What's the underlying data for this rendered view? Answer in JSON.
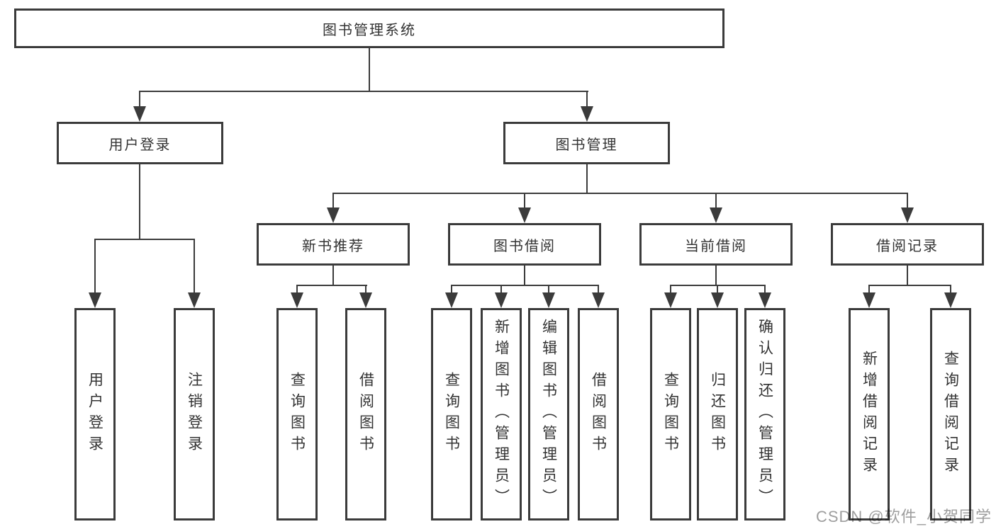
{
  "colors": {
    "line": "#3b3b3b",
    "text": "#333333",
    "background": "#ffffff",
    "watermark": "#9e9e9e"
  },
  "watermark": {
    "text": "CSDN @软件_小贺同学"
  },
  "nodes": {
    "root": {
      "label": "图书管理系统"
    },
    "user_login": {
      "label": "用户登录"
    },
    "book_management": {
      "label": "图书管理"
    },
    "new_book_recommend": {
      "label": "新书推荐"
    },
    "book_borrow": {
      "label": "图书借阅"
    },
    "current_borrow": {
      "label": "当前借阅"
    },
    "borrow_records": {
      "label": "借阅记录"
    },
    "leaf_user_login": {
      "label": "用户登录"
    },
    "leaf_logout": {
      "label": "注销登录"
    },
    "leaf_query_books_1": {
      "label": "查询图书"
    },
    "leaf_borrow_books_1": {
      "label": "借阅图书"
    },
    "leaf_query_books_2": {
      "label": "查询图书"
    },
    "leaf_add_books": {
      "label": "新增图书（管理员）"
    },
    "leaf_edit_books": {
      "label": "编辑图书（管理员）"
    },
    "leaf_borrow_books_2": {
      "label": "借阅图书"
    },
    "leaf_query_books_3": {
      "label": "查询图书"
    },
    "leaf_return_books": {
      "label": "归还图书"
    },
    "leaf_confirm_return": {
      "label": "确认归还（管理员）"
    },
    "leaf_add_borrow_record": {
      "label": "新增借阅记录"
    },
    "leaf_query_borrow_record": {
      "label": "查询借阅记录"
    }
  }
}
